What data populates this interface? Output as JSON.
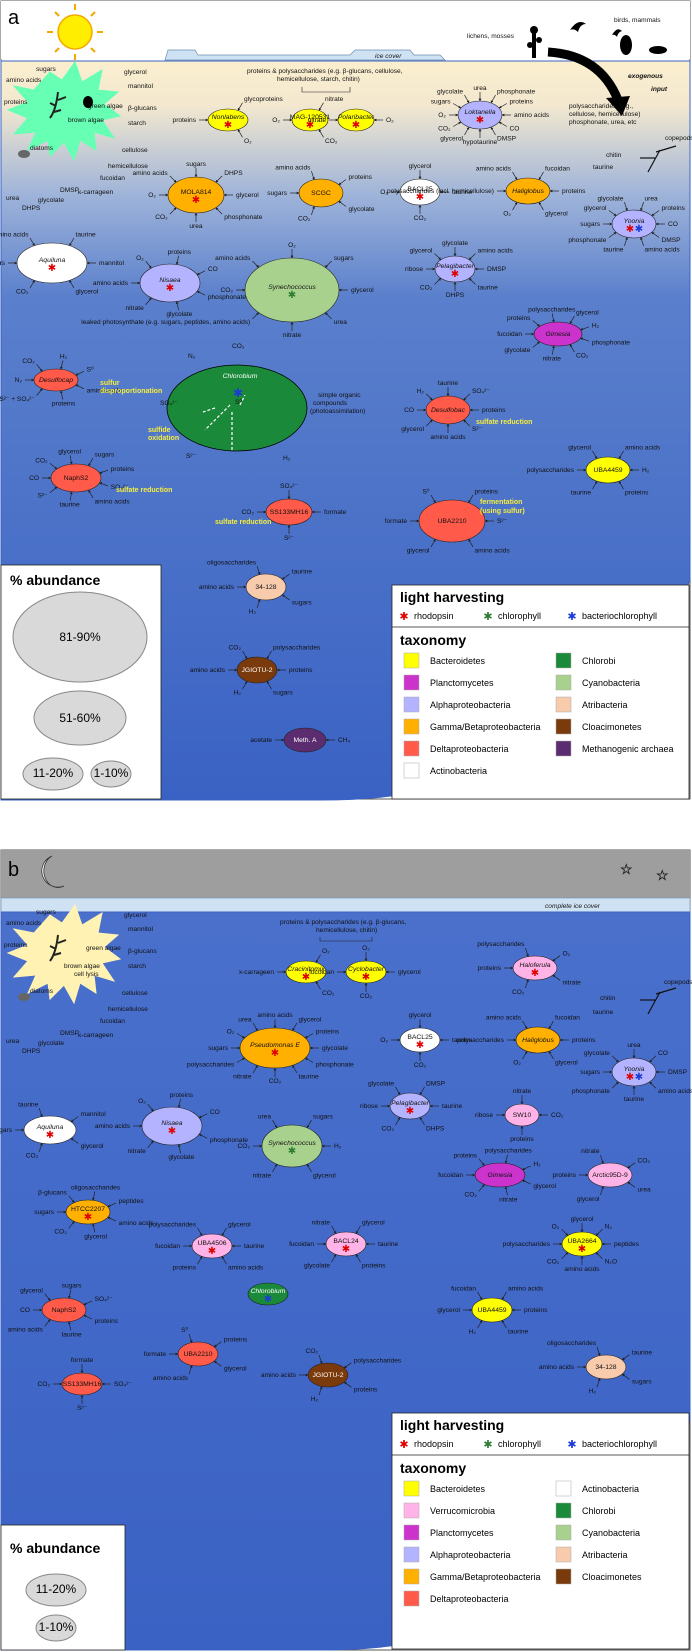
{
  "panels": {
    "a": {
      "label": "a",
      "ice_label": "ice cover",
      "top_texts": {
        "lichens": "lichens, mosses",
        "birds": "birds, mammals",
        "exogenous1": "exogenous",
        "exogenous2": "input",
        "ext1": "polysaccharides (e.g.,",
        "ext2": "cellulose, hemicellulose)",
        "ext3": "phosphonate, urea, etc",
        "copepods": "copepods",
        "chitin": "chitin",
        "taurine": "taurine",
        "poly_header1": "proteins & polysaccharides (e.g. β-glucans, cellulose,",
        "poly_header2": "hemicellulose, starch, chitin)"
      },
      "algae": {
        "green": "green algae",
        "brown": "brown algae",
        "diatoms": "diatoms",
        "out": [
          "sugars",
          "amino acids",
          "proteins",
          "glycerol",
          "mannitol",
          "β-glucans",
          "starch",
          "cellulose",
          "hemicellulose",
          "fucoidan",
          "κ-carrageen",
          "DMSP",
          "glycolate",
          "urea",
          "DHPS"
        ]
      },
      "organisms": [
        {
          "name": "Nonlabens",
          "italic": true,
          "inputs": [
            "proteins",
            "glycoproteins",
            "O₂"
          ]
        },
        {
          "name": "MAG-120531",
          "italic": false,
          "inputs": [
            "O₂",
            "nitrate",
            "CO₂"
          ]
        },
        {
          "name": "Polaribacter",
          "italic": true,
          "inputs": [
            "nitrate",
            "O₂"
          ]
        },
        {
          "name": "Loktanella",
          "italic": true,
          "inputs": [
            "O₂",
            "sugars",
            "glycolate",
            "urea",
            "phosphonate",
            "proteins",
            "amino acids",
            "CO",
            "DMSP",
            "hypotaurine",
            "glycerol",
            "CO₂"
          ]
        },
        {
          "name": "MOLA814",
          "italic": false,
          "inputs": [
            "O₂",
            "amino acids",
            "sugars",
            "DHPS",
            "glycerol",
            "phosphonate",
            "urea",
            "CO₂"
          ]
        },
        {
          "name": "SCGC",
          "italic": false,
          "inputs": [
            "sugars",
            "amino acids",
            "proteins",
            "glycolate",
            "CO₂"
          ]
        },
        {
          "name": "BACL25",
          "italic": false,
          "inputs": [
            "O₂",
            "glycerol",
            "taurine",
            "CO₂"
          ]
        },
        {
          "name": "Haliglobus",
          "italic": true,
          "inputs": [
            "polysaccharides (incl. hemicellulose)",
            "amino acids",
            "fucoidan",
            "proteins",
            "glycerol",
            "O₂"
          ]
        },
        {
          "name": "Yoonia",
          "italic": true,
          "inputs": [
            "sugars",
            "glycerol",
            "glycolate",
            "urea",
            "proteins",
            "CO",
            "DMSP",
            "amino acids",
            "taurine",
            "phosphonate"
          ]
        },
        {
          "name": "Aquiluna",
          "italic": true,
          "inputs": [
            "sugars",
            "amino acids",
            "taurine",
            "mannitol",
            "glycerol",
            "CO₂"
          ]
        },
        {
          "name": "Nisaea",
          "italic": true,
          "inputs": [
            "amino acids",
            "O₂",
            "proteins",
            "CO",
            "phosphonate",
            "glycolate",
            "nitrate"
          ]
        },
        {
          "name": "Synechococcus",
          "italic": true,
          "inputs": [
            "CO₂",
            "amino acids",
            "O₂",
            "sugars",
            "glycerol",
            "urea",
            "nitrate",
            "leaked photosynthate (e.g. sugars, peptides, amino acids)"
          ]
        },
        {
          "name": "Pelagibacter",
          "italic": true,
          "inputs": [
            "ribose",
            "glycerol",
            "glycolate",
            "amino acids",
            "DMSP",
            "taurine",
            "DHPS",
            "CO₂"
          ]
        },
        {
          "name": "Gimesia",
          "italic": true,
          "inputs": [
            "fucoidan",
            "proteins",
            "polysaccharides",
            "glycerol",
            "H₂",
            "phosphonate",
            "CO₂",
            "nitrate",
            "glycolate"
          ]
        },
        {
          "name": "Chlorobium",
          "italic": true,
          "inputs": [
            "CO₂",
            "N₂",
            "SO₄²⁻",
            "S⁰",
            "S²⁻",
            "H₂",
            "simple organic compounds (photoassimilation)"
          ]
        },
        {
          "name": "Desulfocap",
          "italic": true,
          "inputs": [
            "N₂",
            "CO₂",
            "H₂",
            "S⁰",
            "amino acids",
            "proteins",
            "S²⁻ + SO₄²⁻"
          ]
        },
        {
          "name": "Desulfobac",
          "italic": true,
          "inputs": [
            "CO",
            "H₂",
            "taurine",
            "SO₄²⁻",
            "proteins",
            "S²⁻",
            "amino acids",
            "glycerol"
          ]
        },
        {
          "name": "UBA4459",
          "italic": false,
          "inputs": [
            "polysaccharides",
            "glycerol",
            "amino acids",
            "H₂",
            "proteins",
            "taurine"
          ]
        },
        {
          "name": "NaphS2",
          "italic": false,
          "inputs": [
            "CO",
            "CO₂",
            "glycerol",
            "sugars",
            "proteins",
            "SO₄²⁻",
            "amino acids",
            "taurine",
            "S²⁻"
          ]
        },
        {
          "name": "SS133MH16",
          "italic": false,
          "inputs": [
            "CO₂",
            "SO₄²⁻",
            "formate",
            "S²⁻"
          ]
        },
        {
          "name": "UBA2210",
          "italic": false,
          "inputs": [
            "formate",
            "S⁰",
            "proteins",
            "S²⁻",
            "amino acids",
            "glycerol"
          ]
        },
        {
          "name": "34-128",
          "italic": false,
          "inputs": [
            "amino acids",
            "oligosaccharides",
            "taurine",
            "sugars",
            "H₂"
          ]
        },
        {
          "name": "JGIOTU-2",
          "italic": false,
          "inputs": [
            "amino acids",
            "CO₂",
            "polysaccharides",
            "proteins",
            "sugars",
            "H₂"
          ]
        },
        {
          "name": "Meth. A",
          "italic": false,
          "inputs": [
            "acetate",
            "CH₄"
          ]
        }
      ],
      "process_labels": {
        "sulfur_disp1": "sulfur",
        "sulfur_disp2": "disproportionation",
        "sulfide_ox1": "sulfide",
        "sulfide_ox2": "oxidation",
        "sulfate_red": "sulfate reduction",
        "sulfate_red2": "sulfate reduction",
        "sulfate_red3": "sulfate reduction",
        "ferment1": "fermentation",
        "ferment2": "(using sulfur)"
      },
      "abundance": {
        "title": "% abundance",
        "levels": [
          "81-90%",
          "51-60%",
          "11-20%",
          "1-10%"
        ]
      }
    },
    "b": {
      "label": "b",
      "ice_label": "complete ice cover",
      "top_texts": {
        "poly_header1": "proteins & polysaccharides (e.g. β-glucans,",
        "poly_header2": "hemicellulose, chitin)",
        "copepods": "copepods",
        "chitin": "chitin",
        "taurine": "taurine"
      },
      "algae": {
        "green": "green algae",
        "brown": "brown algae",
        "diatoms": "diatoms",
        "lysis": "cell lysis",
        "out": [
          "sugars",
          "amino acids",
          "proteins",
          "glycerol",
          "mannitol",
          "β-glucans",
          "starch",
          "cellulose",
          "hemicellulose",
          "fucoidan",
          "κ-carrageen",
          "DMSP",
          "glycolate",
          "urea",
          "DHPS"
        ]
      },
      "organisms": [
        {
          "name": "Cracinitomix",
          "italic": true
        },
        {
          "name": "Cyclobacter",
          "italic": true
        },
        {
          "name": "Haloferula",
          "italic": true
        },
        {
          "name": "Pseudomonas E",
          "italic": true
        },
        {
          "name": "BACL25",
          "italic": false
        },
        {
          "name": "Haliglobus",
          "italic": true
        },
        {
          "name": "Yoonia",
          "italic": true
        },
        {
          "name": "Aquiluna",
          "italic": true
        },
        {
          "name": "Nisaea",
          "italic": true
        },
        {
          "name": "Synechococcus",
          "italic": true
        },
        {
          "name": "Pelagibacter",
          "italic": true
        },
        {
          "name": "SW10",
          "italic": false
        },
        {
          "name": "Gimesia",
          "italic": true
        },
        {
          "name": "Arctic95D-9",
          "italic": false
        },
        {
          "name": "HTCC2207",
          "italic": false
        },
        {
          "name": "UBA4506",
          "italic": false
        },
        {
          "name": "BACL24",
          "italic": false
        },
        {
          "name": "UBA2664",
          "italic": false
        },
        {
          "name": "Chlorobium",
          "italic": true
        },
        {
          "name": "UBA4459",
          "italic": false
        },
        {
          "name": "NaphS2",
          "italic": false
        },
        {
          "name": "UBA2210",
          "italic": false
        },
        {
          "name": "JGIOTU-2",
          "italic": false
        },
        {
          "name": "34-128",
          "italic": false
        },
        {
          "name": "SS133MH16",
          "italic": false
        }
      ],
      "abundance": {
        "title": "% abundance",
        "levels": [
          "11-20%",
          "1-10%"
        ]
      }
    }
  },
  "legend_a": {
    "light_title": "light harvesting",
    "light": [
      "rhodopsin",
      "chlorophyll",
      "bacteriochlorophyll"
    ],
    "tax_title": "taxonomy",
    "taxa": [
      {
        "name": "Bacteroidetes",
        "color": "#ffff00"
      },
      {
        "name": "Planctomycetes",
        "color": "#cc33cc"
      },
      {
        "name": "Alphaproteobacteria",
        "color": "#b3b3ff"
      },
      {
        "name": "Gamma/Betaproteobacteria",
        "color": "#ffb000"
      },
      {
        "name": "Deltaproteobacteria",
        "color": "#ff5a4a"
      },
      {
        "name": "Actinobacteria",
        "color": "#ffffff"
      },
      {
        "name": "Chlorobi",
        "color": "#1a8a3a"
      },
      {
        "name": "Cyanobacteria",
        "color": "#a9d18e"
      },
      {
        "name": "Atribacteria",
        "color": "#f8cbad"
      },
      {
        "name": "Cloacimonetes",
        "color": "#7b3a0c"
      },
      {
        "name": "Methanogenic archaea",
        "color": "#5b2c6f"
      }
    ]
  },
  "legend_b": {
    "light_title": "light harvesting",
    "light": [
      "rhodopsin",
      "chlorophyll",
      "bacteriochlorophyll"
    ],
    "tax_title": "taxonomy",
    "taxa": [
      {
        "name": "Bacteroidetes",
        "color": "#ffff00"
      },
      {
        "name": "Verrucomicrobia",
        "color": "#ffb3e6"
      },
      {
        "name": "Planctomycetes",
        "color": "#cc33cc"
      },
      {
        "name": "Alphaproteobacteria",
        "color": "#b3b3ff"
      },
      {
        "name": "Gamma/Betaproteobacteria",
        "color": "#ffb000"
      },
      {
        "name": "Deltaproteobacteria",
        "color": "#ff5a4a"
      },
      {
        "name": "Actinobacteria",
        "color": "#ffffff"
      },
      {
        "name": "Chlorobi",
        "color": "#1a8a3a"
      },
      {
        "name": "Cyanobacteria",
        "color": "#a9d18e"
      },
      {
        "name": "Atribacteria",
        "color": "#f8cbad"
      },
      {
        "name": "Cloacimonetes",
        "color": "#7b3a0c"
      }
    ]
  }
}
